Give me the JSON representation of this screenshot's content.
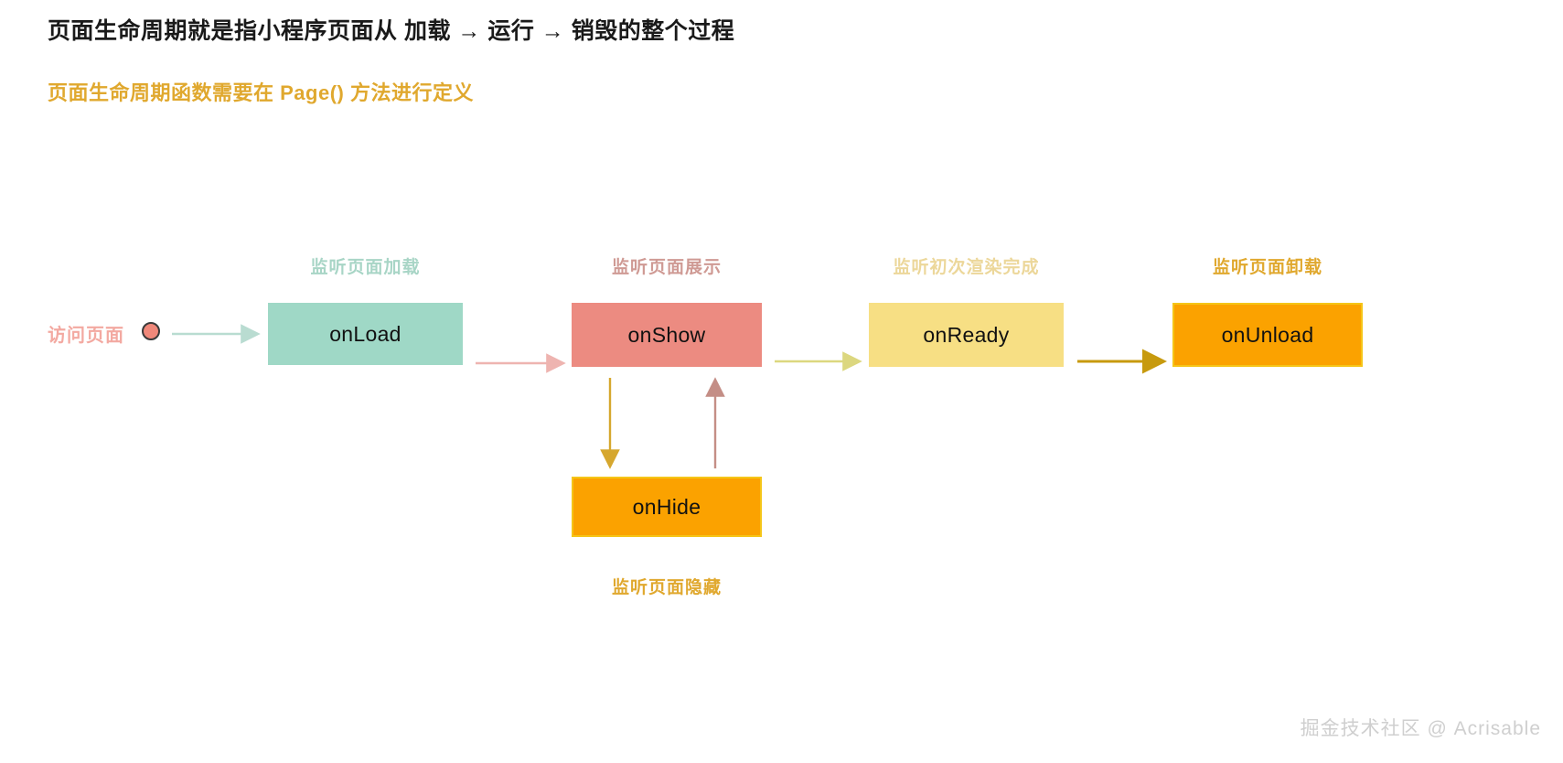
{
  "headings": {
    "primary": "页面生命周期就是指小程序页面从 加载 → 运行 → 销毁的整个过程",
    "secondary": "页面生命周期函数需要在 Page() 方法进行定义"
  },
  "entry": {
    "label": "访问页面",
    "dot_color": "#f0887a",
    "dot_border_color": "#3a3a3a"
  },
  "nodes": {
    "onload": {
      "label": "onLoad",
      "caption": "监听页面加载",
      "fill": "#9fd8c6",
      "caption_color": "#a8d5c6"
    },
    "onshow": {
      "label": "onShow",
      "caption": "监听页面展示",
      "fill": "#ec8b81",
      "caption_color": "#cf9a94"
    },
    "onready": {
      "label": "onReady",
      "caption": "监听初次渲染完成",
      "fill": "#f7df84",
      "caption_color": "#ecd79a"
    },
    "onunload": {
      "label": "onUnload",
      "caption": "监听页面卸载",
      "fill": "#fba200",
      "caption_color": "#e0a82e"
    },
    "onhide": {
      "label": "onHide",
      "caption": "监听页面隐藏",
      "fill": "#fba200",
      "caption_color": "#e0a82e"
    }
  },
  "arrows": [
    {
      "name": "entry-to-onload",
      "color": "#b9dcd1"
    },
    {
      "name": "onload-to-onshow",
      "color": "#eeb4b0"
    },
    {
      "name": "onshow-to-onready",
      "color": "#dcd77f"
    },
    {
      "name": "onready-to-onunload",
      "color": "#c79a0e"
    },
    {
      "name": "onshow-to-onhide",
      "color": "#d6a72e"
    },
    {
      "name": "onhide-to-onshow",
      "color": "#c48e86"
    }
  ],
  "watermark": "掘金技术社区 @ Acrisable"
}
